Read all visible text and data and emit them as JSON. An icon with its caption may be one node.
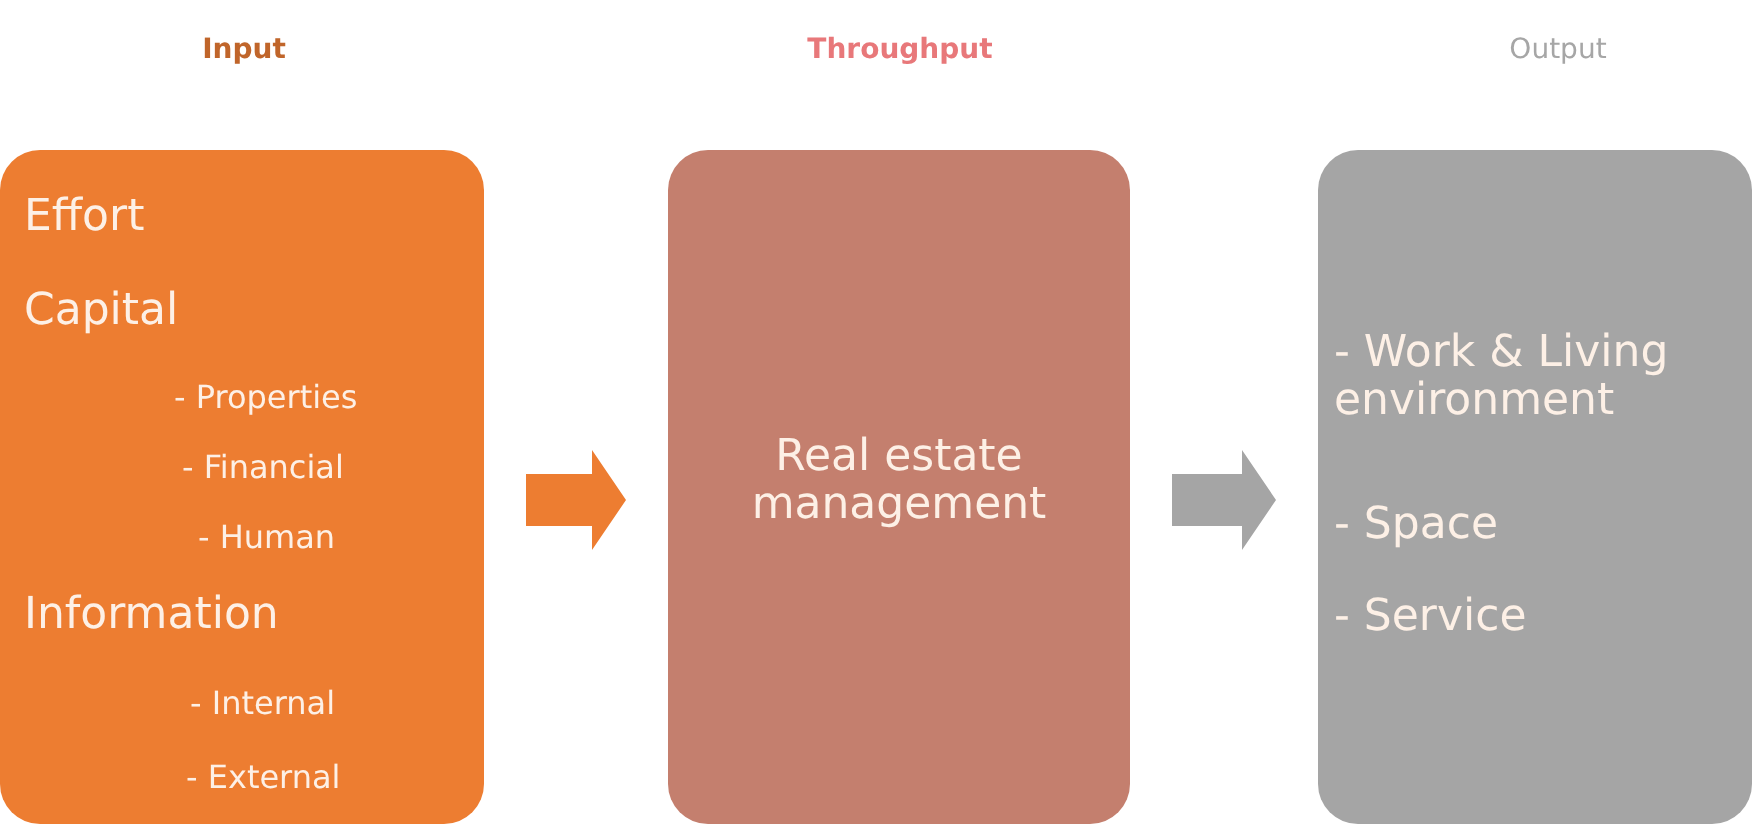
{
  "diagram": {
    "nodes": [
      {
        "text": [
          "Input",
          "Effort",
          "Capital",
          "- Properties",
          "- Financial",
          "- Human",
          "Information",
          "- Internal",
          "- External"
        ]
      },
      {
        "text": [
          "Throughput",
          "Real estate management"
        ]
      },
      {
        "text": [
          "Output",
          "- Work & Living environment",
          "- Space",
          "- Service"
        ]
      }
    ],
    "edges": [
      {
        "from": 0,
        "to": 1,
        "arrow": "to",
        "color": "#ed7d31"
      },
      {
        "from": 1,
        "to": 2,
        "arrow": "to",
        "color": "#a5a5a5"
      }
    ]
  }
}
